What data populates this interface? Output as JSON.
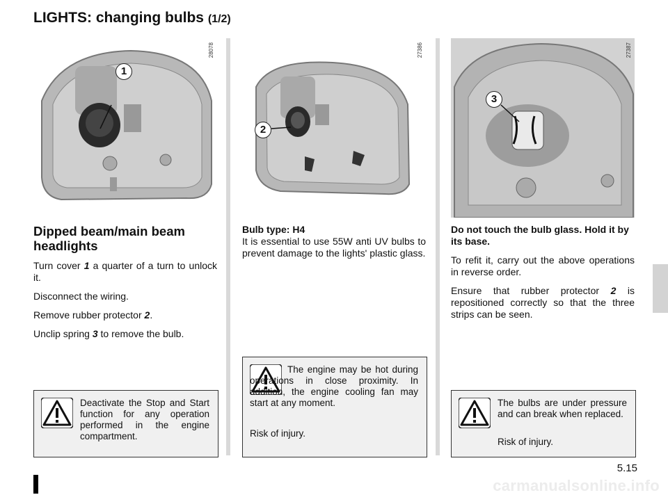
{
  "page": {
    "title": "LIGHTS: changing bulbs",
    "title_suffix": "(1/2)",
    "page_number": "5.15",
    "watermark": "carmanualsonline.info"
  },
  "figures": [
    {
      "figure_number": "28078",
      "callout": "1"
    },
    {
      "figure_number": "27386",
      "callout": "2"
    },
    {
      "figure_number": "27387",
      "callout": "3"
    }
  ],
  "left": {
    "heading": "Dipped beam/main beam headlights",
    "p1_a": "Turn cover ",
    "p1_ref": "1",
    "p1_b": " a quarter of a turn to unlock it.",
    "p2": "Disconnect the wiring.",
    "p3_a": "Remove rubber protector ",
    "p3_ref": "2",
    "p3_b": ".",
    "p4_a": "Unclip spring ",
    "p4_ref": "3",
    "p4_b": " to remove the bulb.",
    "warning": "Deactivate the Stop and Start function for any operation performed in the engine compartment."
  },
  "middle": {
    "bulb_type": "Bulb type: H4",
    "text": "It is essential to use 55W anti UV bulbs to prevent damage to the lights' plastic glass.",
    "warning": "The engine may be hot during operations in close proximity. In addition, the engine cooling fan may start at any moment.",
    "warning_risk": "Risk of injury."
  },
  "right": {
    "bold_note": "Do not touch the bulb glass. Hold it by its base.",
    "p1": "To refit it, carry out the above operations in reverse order.",
    "p2_a": "Ensure that rubber protector ",
    "p2_ref": "2",
    "p2_b": " is repositioned correctly so that the three strips can be seen.",
    "warning": "The bulbs are under pressure and can break when replaced.",
    "warning_risk": "Risk of injury."
  },
  "colors": {
    "panel_gray": "#d9d9d9",
    "warning_bg": "#f0f0f0",
    "side_tab": "#d3d3d3"
  }
}
